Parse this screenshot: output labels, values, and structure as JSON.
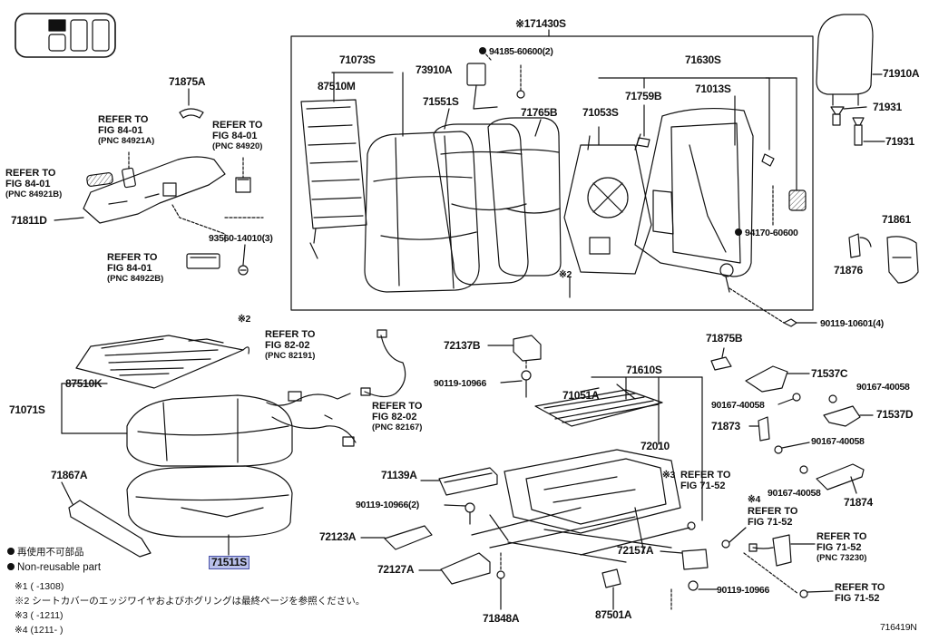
{
  "labels": {
    "l71430s": "※171430S",
    "l94185": "94185-60600(2)",
    "l71073s": "71073S",
    "l73910a": "73910A",
    "l87510m": "87510M",
    "l71551s": "71551S",
    "l71765b": "71765B",
    "l71630s": "71630S",
    "l71759b": "71759B",
    "l71013s": "71013S",
    "l71053s": "71053S",
    "l94170": "94170-60600",
    "l71910a": "71910A",
    "l71931a": "71931",
    "l71931b": "71931",
    "l71861": "71861",
    "l71876": "71876",
    "l71875a": "71875A",
    "l71811d": "71811D",
    "l93560": "93560-14010(3)",
    "l90119_10601": "90119-10601(4)",
    "lx2a": "※2",
    "lx2b": "※2",
    "l72137b": "72137B",
    "l71875b": "71875B",
    "l71610s": "71610S",
    "l90119_10966a": "90119-10966",
    "l71051a": "71051A",
    "l71537c": "71537C",
    "l90167a": "90167-40058",
    "l90167b": "90167-40058",
    "l71537d": "71537D",
    "l71873": "71873",
    "l90167c": "90167-40058",
    "l72010": "72010",
    "l87510k": "87510K",
    "l71071s": "71071S",
    "l71867a": "71867A",
    "l71139a": "71139A",
    "lx3": "※3",
    "lx4": "※4",
    "l90167d": "90167-40058",
    "l71874": "71874",
    "l90119_10966b": "90119-10966(2)",
    "l72123a": "72123A",
    "l72157a": "72157A",
    "l72127a": "72127A",
    "l90119_10966c": "90119-10966",
    "l71511s": "71511S",
    "l71848a": "71848A",
    "l87501a": "87501A",
    "diagram_id": "716419N"
  },
  "refs": {
    "r84921a": [
      "REFER TO",
      "FIG 84-01",
      "(PNC 84921A)"
    ],
    "r84920": [
      "REFER TO",
      "FIG 84-01",
      "(PNC 84920)"
    ],
    "r84921b": [
      "REFER TO",
      "FIG 84-01",
      "(PNC 84921B)"
    ],
    "r84922b": [
      "REFER TO",
      "FIG 84-01",
      "(PNC 84922B)"
    ],
    "r82191": [
      "REFER TO",
      "FIG 82-02",
      "(PNC 82191)"
    ],
    "r82167": [
      "REFER TO",
      "FIG 82-02",
      "(PNC 82167)"
    ],
    "r7152a": [
      "REFER TO",
      "FIG 71-52"
    ],
    "r7152b": [
      "REFER TO",
      "FIG 71-52"
    ],
    "r73230": [
      "REFER TO",
      "FIG 71-52",
      "(PNC 73230)"
    ],
    "r7152c": [
      "REFER TO",
      "FIG 71-52"
    ]
  },
  "legend": {
    "jp_nonreusable": "再使用不可部品",
    "en_nonreusable": "Non-reusable part",
    "n1": "※1 (      -1308)",
    "n2": "※2 シートカバーのエッジワイヤおよびホグリングは最終ページを参照ください。",
    "n3": "※3 (      -1211)",
    "n4": "※4 (1211-      )"
  },
  "highlight_color": "#b9c0ea"
}
